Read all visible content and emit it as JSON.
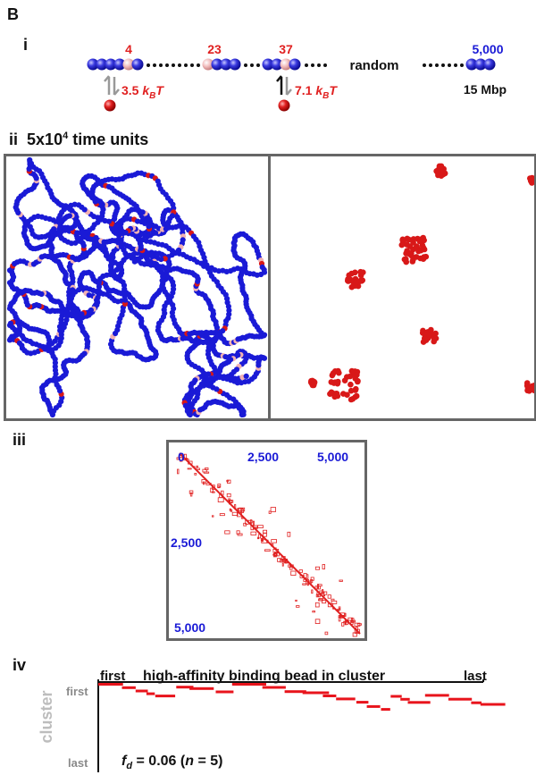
{
  "panel_letter": "B",
  "section_i": {
    "roman": "i",
    "bead_numbers": [
      "4",
      "23",
      "37",
      "5,000"
    ],
    "random_label": "random",
    "size_label": "15 Mbp",
    "binding_low": {
      "value": "3.5",
      "unit_k": "k",
      "unit_sub": "B",
      "unit_t": "T"
    },
    "binding_high": {
      "value": "7.1",
      "unit_k": "k",
      "unit_sub": "B",
      "unit_t": "T"
    }
  },
  "section_ii": {
    "roman": "ii",
    "title_base": "5x10",
    "title_exp": "4",
    "title_rest": " time units"
  },
  "section_iii": {
    "roman": "iii",
    "tick_labels": [
      "0",
      "2,500",
      "5,000",
      "2,500",
      "5,000"
    ]
  },
  "section_iv": {
    "roman": "iv",
    "title": "high-affinity binding bead in cluster",
    "x_first": "first",
    "x_last": "last",
    "y_axis": "cluster",
    "y_first": "first",
    "y_last": "last",
    "fd_symbol": "f",
    "fd_sub": "d",
    "fd_value": " = 0.06 (",
    "n_symbol": "n",
    "n_value": " = 5)"
  },
  "colors": {
    "blue_bead": "#1a1ad6",
    "pink_bead": "#f1b2b2",
    "red_bead": "#d81818",
    "frame": "#666666"
  }
}
